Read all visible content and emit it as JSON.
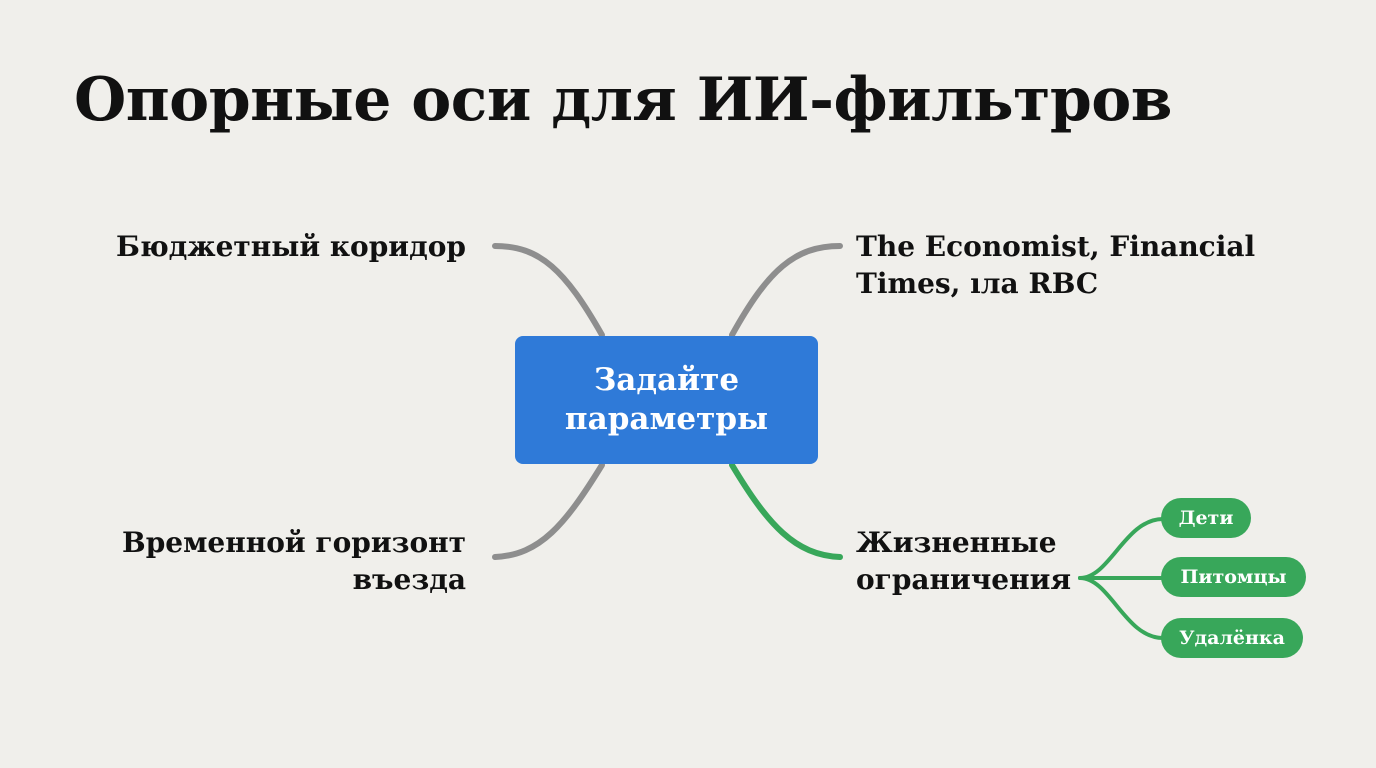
{
  "title": "Опорные оси для ИИ-фильтров",
  "center": {
    "label": "Задайте\nпараметры",
    "color": "#2f7ad8"
  },
  "branches": {
    "top_left": "Бюджетный коридор",
    "bottom_left": "Временной горизонт\nвъезда",
    "top_right": "The Economist, Financial\nTimes, ıла RBC",
    "bottom_right": "Жизненные\nограничения"
  },
  "leaves": [
    "Дети",
    "Питомцы",
    "Удалёнка"
  ],
  "colors": {
    "background": "#f0efeb",
    "gray_line": "#8e8e8e",
    "green": "#38a75a"
  }
}
